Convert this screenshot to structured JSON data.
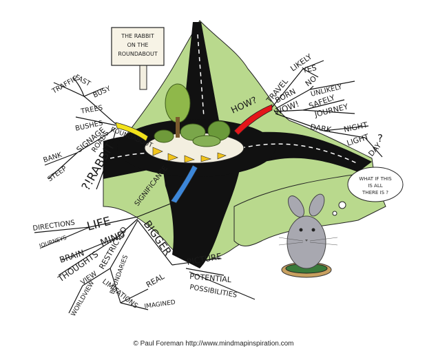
{
  "title_sign": {
    "lines": [
      "THE RABBIT",
      "ON THE",
      "ROUNDABOUT"
    ]
  },
  "thought_bubble": {
    "lines": [
      "WHAT IF THIS",
      "IS ALL",
      "THERE IS ?"
    ]
  },
  "central": {
    "roundabout": "ROUNDABOUT",
    "how": "HOW?",
    "significance": "SIGNIFICANCE"
  },
  "branches": {
    "roundabout": [
      "TRAFFIC",
      "FAST",
      "BUSY",
      "TREES",
      "BUSHES",
      "SIGNAGE",
      "ROADS",
      "BANK",
      "STEEP",
      "?!RABBIT"
    ],
    "how": [
      "TRAVEL",
      "LIKELY",
      "YES",
      "BORN",
      "NO",
      "UNLIKELY",
      "WOW!",
      "SAFELY",
      "JOURNEY",
      "DARK",
      "NIGHT",
      "LIGHT",
      "?",
      "DAY"
    ],
    "significance": [
      "LIFE",
      "DIRECTIONS",
      "JOURNEYS",
      "MIND",
      "BRAIN",
      "THOUGHTS",
      "RESTRICTED",
      "VIEW",
      "WORLDVIEW",
      "BOUNDARIES",
      "LIMITATIONS",
      "REAL",
      "IMAGINED",
      "BIGGER",
      "PICTURE",
      "POTENTIAL",
      "POSSIBILITIES"
    ]
  },
  "credit": "© Paul Foreman http://www.mindmapinspiration.com",
  "colors": {
    "hill": "#b9d98d",
    "road": "#111111",
    "yellow": "#f2e21a",
    "red": "#e3161a",
    "blue": "#3c86d8"
  }
}
